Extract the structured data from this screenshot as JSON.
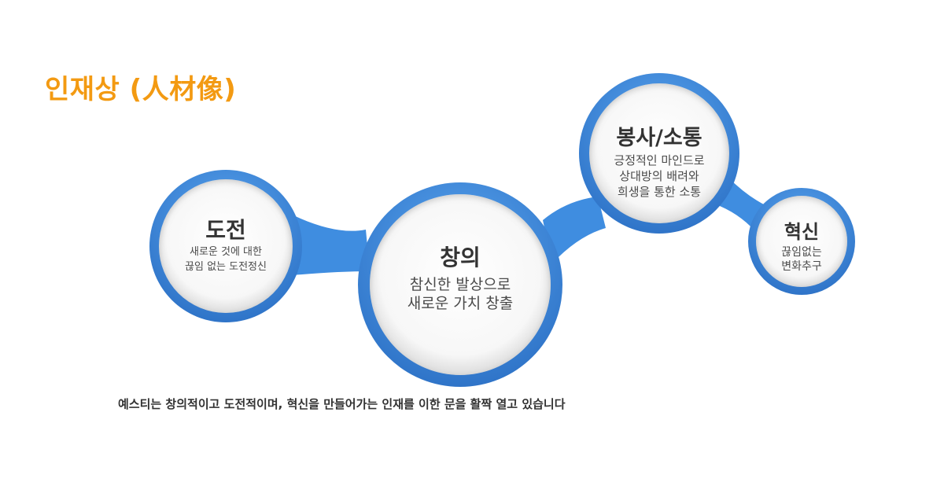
{
  "title": "인재상 (人材像)",
  "accent_color": "#f39a12",
  "ring_color": "#3f8de0",
  "circles": {
    "challenge": {
      "heading": "도전",
      "lines": [
        "새로운 것에 대한",
        "끊임 없는 도전정신"
      ]
    },
    "creativity": {
      "heading": "창의",
      "lines": [
        "참신한 발상으로",
        "새로운 가치 창출"
      ]
    },
    "service": {
      "heading": "봉사/소통",
      "lines": [
        "긍정적인 마인드로",
        "상대방의 배려와",
        "희생을 통한 소통"
      ]
    },
    "innovation": {
      "heading": "혁신",
      "lines": [
        "끊임없는",
        "변화추구"
      ]
    }
  },
  "caption": "예스티는 창의적이고 도전적이며, 혁신을 만들어가는 인재를 이한 문을 활짝 열고 있습니다"
}
